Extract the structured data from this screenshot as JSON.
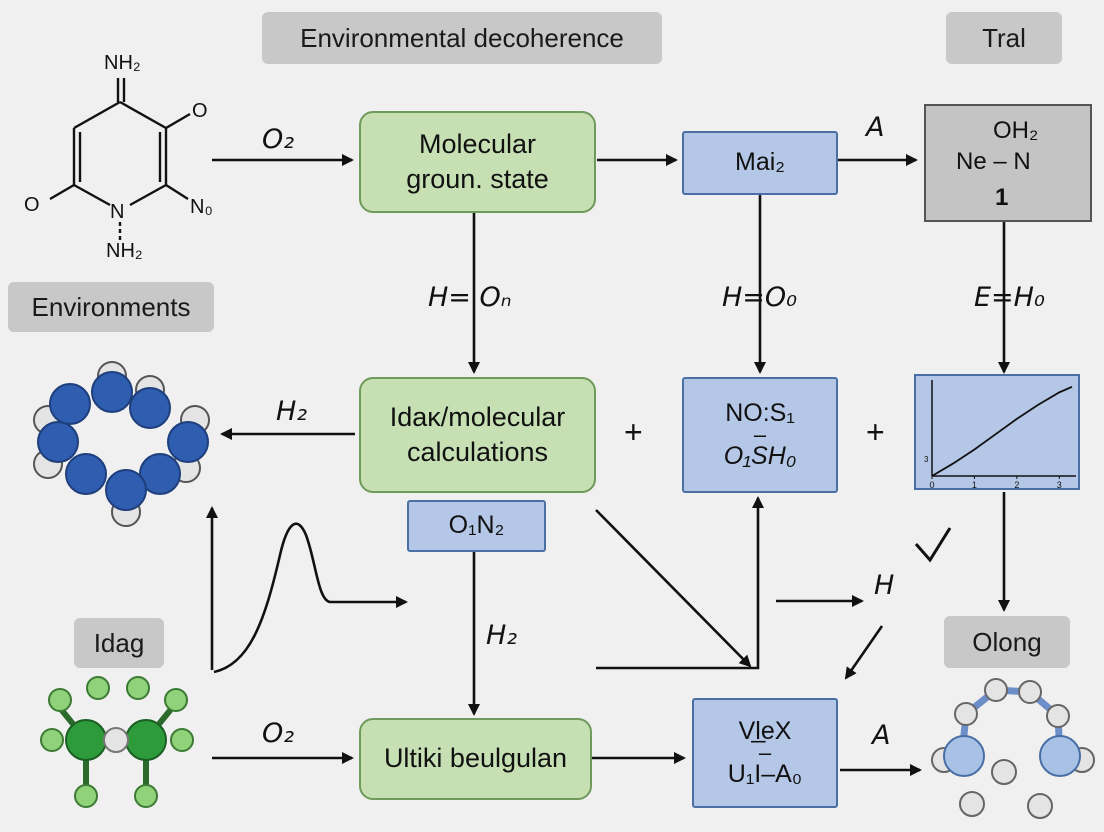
{
  "tags": {
    "top": "Environmental decoherence",
    "tral": "Tral",
    "environments": "Environments",
    "idag": "Idag",
    "olong": "Olong"
  },
  "green_boxes": {
    "ground_state": [
      "Molecular",
      "groun. state"
    ],
    "calculations": [
      "Idaκ/molecular",
      "calculations"
    ],
    "bottom": "Ultiki beulgulan"
  },
  "blue_boxes": {
    "mai": "Mai₂",
    "nos": [
      "NO:S₁",
      "–",
      "O₁SH₀"
    ],
    "o1n2": "O₁N₂",
    "vlex": [
      "Vl̲eX",
      "–",
      "U₁I–A₀"
    ]
  },
  "arrow_labels": {
    "o2_top": "O₂",
    "a_top": "A",
    "h_on": "H= Oₙ",
    "h_oo": "H=O₀",
    "e_ho": "E=H₀",
    "h2_left": "H₂",
    "h2_mid": "H₂",
    "h_right": "H",
    "o2_bottom": "O₂",
    "a_bottom": "A"
  },
  "plus_signs": [
    "+",
    "+"
  ],
  "checkmark": "✓",
  "tral_panel": {
    "line1": "OH₂",
    "line2": "Ne – N",
    "line3": "1"
  },
  "molecule_labels": {
    "nh2_top": "NH₂",
    "o_right": "O",
    "o_left": "O",
    "n_ring": "N",
    "n0": "N₀",
    "nh2_bottom": "NH₂"
  },
  "chart_data": {
    "type": "line",
    "x_ticks": [
      "0",
      "1",
      "2",
      "3"
    ],
    "y_ticks": [
      "3"
    ],
    "xlim": [
      0,
      3.3
    ],
    "ylim": [
      0,
      3.3
    ],
    "x": [
      0,
      0.5,
      1,
      1.5,
      2,
      2.5,
      3,
      3.3
    ],
    "y": [
      0,
      0.45,
      0.95,
      1.5,
      2.05,
      2.55,
      3.0,
      3.2
    ],
    "colors": {
      "line": "#111111",
      "background": "#b4c7e7"
    }
  },
  "colors": {
    "green_fill": "#c6e0b4",
    "blue_fill": "#b4c7e7",
    "tag_fill": "#c8c8c8",
    "atom_dark_blue": "#2f5db0",
    "atom_light_blue": "#a9c1e4",
    "atom_green": "#2e9b3a",
    "atom_light_green": "#8fd27a",
    "atom_white": "#e4e4e4"
  }
}
